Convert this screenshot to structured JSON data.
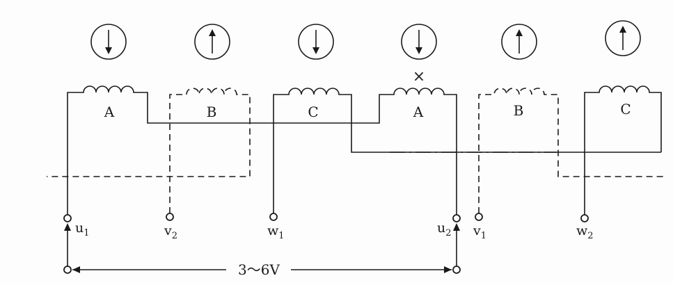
{
  "coils": [
    {
      "label": "A",
      "arrow": "down"
    },
    {
      "label": "B",
      "arrow": "up"
    },
    {
      "label": "C",
      "arrow": "down"
    },
    {
      "label": "A",
      "arrow": "down",
      "mark": "×"
    },
    {
      "label": "B",
      "arrow": "up"
    },
    {
      "label": "C",
      "arrow": "up"
    }
  ],
  "terminals": [
    {
      "label": "u",
      "sub": "1"
    },
    {
      "label": "v",
      "sub": "2"
    },
    {
      "label": "w",
      "sub": "1"
    },
    {
      "label": "u",
      "sub": "2"
    },
    {
      "label": "v",
      "sub": "1"
    },
    {
      "label": "w",
      "sub": "2"
    }
  ],
  "supply": {
    "label": "3～6V"
  }
}
